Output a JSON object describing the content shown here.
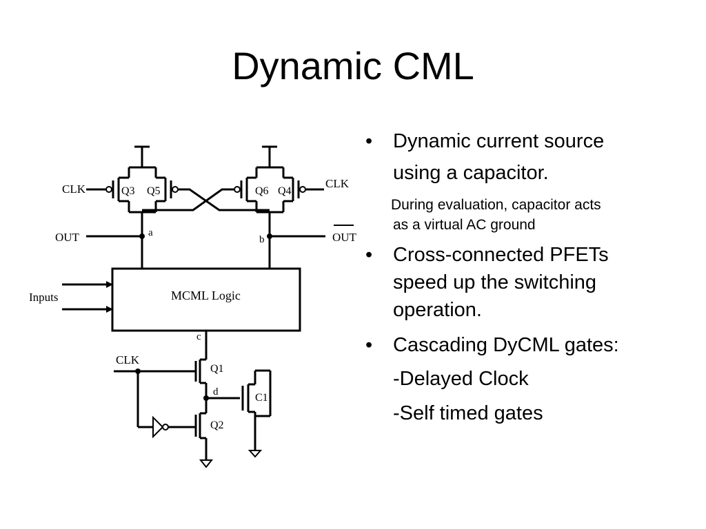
{
  "slide": {
    "title": "Dynamic CML"
  },
  "bullets": [
    {
      "marker": "•",
      "lines": [
        "Dynamic current source",
        "using a capacitor."
      ]
    },
    {
      "marker": "•",
      "lines": [
        "Cross-connected PFETs",
        "speed up the switching",
        "operation."
      ]
    },
    {
      "marker": "•",
      "lines": [
        "Cascading DyCML gates:"
      ]
    }
  ],
  "sub_note": [
    "During evaluation, capacitor acts",
    "as a virtual AC ground"
  ],
  "sub_items": [
    "-Delayed Clock",
    "-Self timed gates"
  ],
  "diagram": {
    "labels": {
      "clk_left": "CLK",
      "clk_right": "CLK",
      "q3": "Q3",
      "q5": "Q5",
      "q6": "Q6",
      "q4": "Q4",
      "out": "OUT",
      "out_bar": "OUT",
      "node_a": "a",
      "node_b": "b",
      "inputs": "Inputs",
      "logic": "MCML Logic",
      "node_c": "c",
      "clk_bottom": "CLK",
      "q1": "Q1",
      "node_d": "d",
      "c1": "C1",
      "q2": "Q2"
    }
  }
}
